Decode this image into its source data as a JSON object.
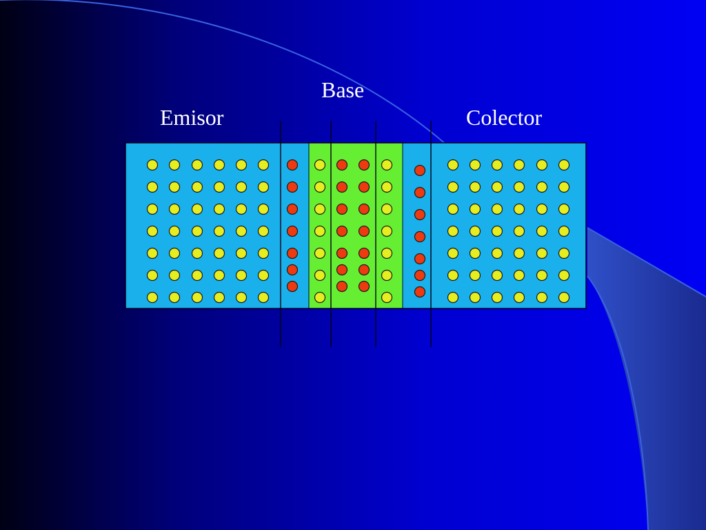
{
  "labels": {
    "emitter": "Emisor",
    "base": "Base",
    "collector": "Colector"
  },
  "colors": {
    "background_dark": "#000018",
    "background_blue": "#0000ee",
    "n_region": "#1ab0ec",
    "p_region": "#66ee33",
    "neutral_atom": "#e6ee20",
    "charged_carrier": "#ee3a10"
  },
  "diagram": {
    "emitter": {
      "type": "N",
      "rows": 7,
      "cols": 6,
      "dot": "neutral_atom"
    },
    "emitter_depletion": {
      "type": "N",
      "rows": 7,
      "cols": 1,
      "dot": "charged_carrier"
    },
    "base_edge_left": {
      "type": "P",
      "rows": 7,
      "cols": 1,
      "dot": "neutral_atom"
    },
    "base_center": {
      "type": "P",
      "rows": 7,
      "cols": 2,
      "dot": "charged_carrier"
    },
    "base_edge_right": {
      "type": "P",
      "rows": 7,
      "cols": 1,
      "dot": "neutral_atom"
    },
    "collector_depletion": {
      "type": "N",
      "rows": 7,
      "cols": 1,
      "dot": "charged_carrier"
    },
    "collector": {
      "type": "N",
      "rows": 7,
      "cols": 6,
      "dot": "neutral_atom"
    }
  }
}
